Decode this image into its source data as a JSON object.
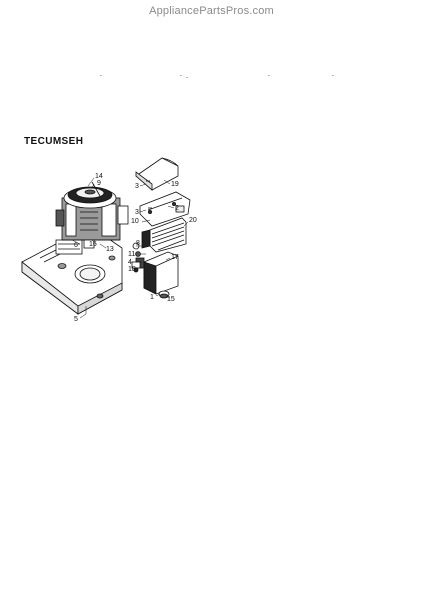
{
  "watermark": "AppliancePartsPros.com",
  "brand": "TECUMSEH",
  "callouts": {
    "c14": "14",
    "c9": "9",
    "c19": "19",
    "c3a": "3",
    "c2": "2",
    "c10": "10",
    "c20": "20",
    "c3b": "3",
    "c6": "6",
    "c16": "16",
    "c13": "13",
    "c8": "8",
    "c11": "11",
    "c17": "17",
    "c4": "4",
    "c18": "18",
    "c1": "1",
    "c15": "15",
    "c5": "5"
  }
}
